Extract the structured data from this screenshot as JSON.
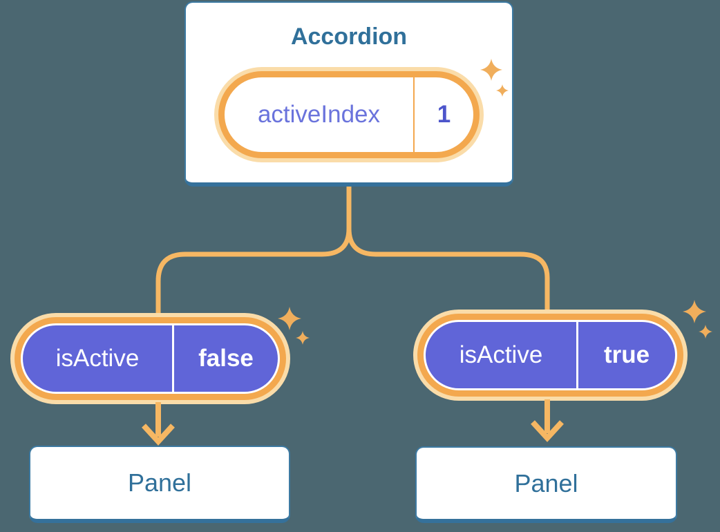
{
  "diagram": {
    "background_color": "#4b6771",
    "accent_orange": "#f3a84e",
    "connector_color": "#f6b763",
    "halo_color": "#fadca9",
    "prop_pill_color": "#6065d8",
    "heading_color": "#30709a",
    "state_text_color": "#6a73dc",
    "icons": {
      "sparkle": "sparkle-icon",
      "arrow": "arrow-down-icon"
    },
    "root": {
      "title": "Accordion",
      "state": {
        "name": "activeIndex",
        "value": "1"
      }
    },
    "children": [
      {
        "prop": {
          "name": "isActive",
          "value": "false"
        },
        "panel": "Panel"
      },
      {
        "prop": {
          "name": "isActive",
          "value": "true"
        },
        "panel": "Panel"
      }
    ]
  }
}
